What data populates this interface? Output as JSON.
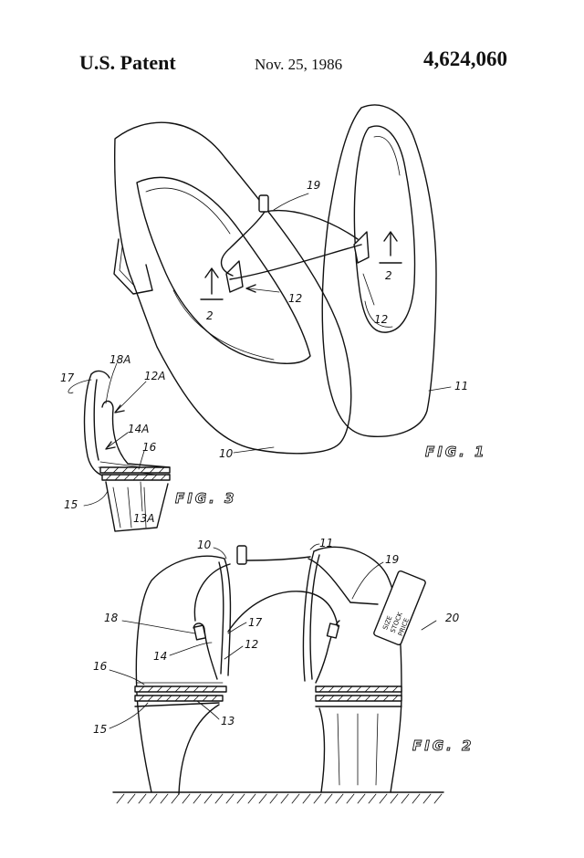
{
  "header": {
    "patent_label": "U.S. Patent",
    "date": "Nov. 25, 1986",
    "patent_number": "4,624,060"
  },
  "figures": {
    "fig1": {
      "caption": "FIG. 1",
      "labels": [
        "19",
        "12",
        "12",
        "11",
        "10"
      ],
      "section_marks": [
        "2",
        "2"
      ]
    },
    "fig3": {
      "caption": "FIG. 3",
      "labels": [
        "18A",
        "12A",
        "17",
        "14A",
        "16",
        "15",
        "13A"
      ]
    },
    "fig2": {
      "caption": "FIG. 2",
      "labels": [
        "10",
        "11",
        "19",
        "18",
        "17",
        "20",
        "14",
        "12",
        "16",
        "15",
        "13"
      ],
      "tag_lines": [
        "SIZE",
        "STOCK",
        "PRICE"
      ]
    }
  }
}
